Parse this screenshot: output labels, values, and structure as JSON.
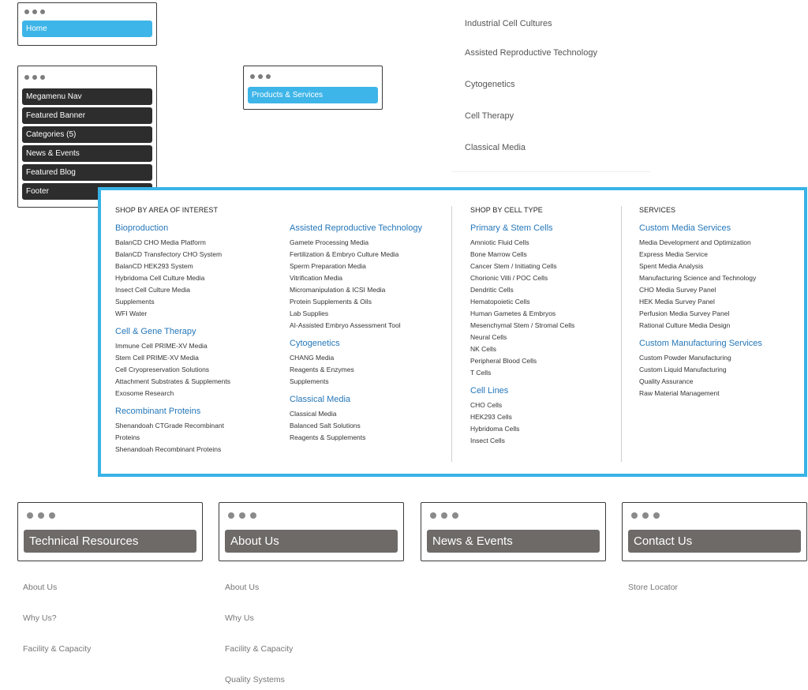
{
  "home_window": {
    "item": "Home"
  },
  "sections_window": {
    "items": [
      "Megamenu Nav",
      "Featured Banner",
      "Categories (5)",
      "News & Events",
      "Featured Blog",
      "Footer"
    ]
  },
  "products_window": {
    "item": "Products & Services"
  },
  "side_list": {
    "items": [
      "Industrial Cell Cultures",
      "Assisted Reproductive Technology",
      "Cytogenetics",
      "Cell Therapy",
      "Classical Media"
    ]
  },
  "megamenu": {
    "area_heading": "SHOP BY AREA OF INTEREST",
    "cell_heading": "SHOP BY CELL TYPE",
    "services_heading": "SERVICES",
    "col1": [
      {
        "title": "Bioproduction",
        "links": [
          "BalanCD CHO Media Platform",
          "BalanCD Transfectory CHO System",
          "BalanCD HEK293 System",
          "Hybridoma Cell Culture Media",
          "Insect Cell Culture Media",
          "Supplements",
          "WFI Water"
        ]
      },
      {
        "title": "Cell & Gene Therapy",
        "links": [
          "Immune Cell PRIME-XV Media",
          "Stem Cell PRIME-XV Media",
          "Cell Cryopreservation Solutions",
          "Attachment Substrates & Supplements",
          "Exosome Research"
        ]
      },
      {
        "title": "Recombinant Proteins",
        "links": [
          "Shenandoah CTGrade Recombinant",
          "Proteins",
          "Shenandoah Recombinant Proteins"
        ]
      }
    ],
    "col2": [
      {
        "title": "Assisted Reproductive Technology",
        "links": [
          "Gamete Processing Media",
          "Fertilization & Embryo Culture Media",
          "Sperm Preparation Media",
          "Vitrification Media",
          "Micromanipulation & ICSI Media",
          "Protein Supplements & Oils",
          "Lab Supplies",
          "AI-Assisted Embryo Assessment Tool"
        ]
      },
      {
        "title": "Cytogenetics",
        "links": [
          "CHANG Media",
          "Reagents & Enzymes",
          "Supplements"
        ]
      },
      {
        "title": "Classical Media",
        "links": [
          "Classical Media",
          "Balanced Salt Solutions",
          "Reagents & Supplements"
        ]
      }
    ],
    "col3": [
      {
        "title": "Primary & Stem Cells",
        "links": [
          "Amniotic Fluid Cells",
          "Bone Marrow Cells",
          "Cancer Stem / Initiating Cells",
          "Chorionic Villi / POC Cells",
          "Dendritic Cells",
          "Hematopoietic Cells",
          "Human Gametes & Embryos",
          "Mesenchymal Stem / Stromal Cells",
          "Neural Cells",
          "NK Cells",
          "Peripheral Blood Cells",
          "T Cells"
        ]
      },
      {
        "title": "Cell Lines",
        "links": [
          "CHO Cells",
          "HEK293 Cells",
          "Hybridoma Cells",
          "Insect Cells"
        ]
      }
    ],
    "col4": [
      {
        "title": "Custom Media Services",
        "links": [
          "Media Development and Optimization",
          "Express Media Service",
          "Spent Media Analysis",
          "Manufacturing Science and Technology",
          "CHO Media Survey Panel",
          "HEK Media Survey Panel",
          "Perfusion Media Survey Panel",
          "Rational Culture Media Design"
        ]
      },
      {
        "title": "Custom Manufacturing Services",
        "links": [
          "Custom Powder Manufacturing",
          "Custom Liquid Manufacturing",
          "Quality Assurance",
          "Raw Material Management"
        ]
      }
    ]
  },
  "footer_windows": [
    "Technical Resources",
    "About Us",
    "News & Events",
    "Contact Us"
  ],
  "footer_links": {
    "col1": [
      "About Us",
      "Why Us?",
      "Facility & Capacity"
    ],
    "col2": [
      "About Us",
      "Why Us",
      "Facility & Capacity",
      "Quality Systems"
    ],
    "col4": [
      "Store Locator"
    ]
  }
}
